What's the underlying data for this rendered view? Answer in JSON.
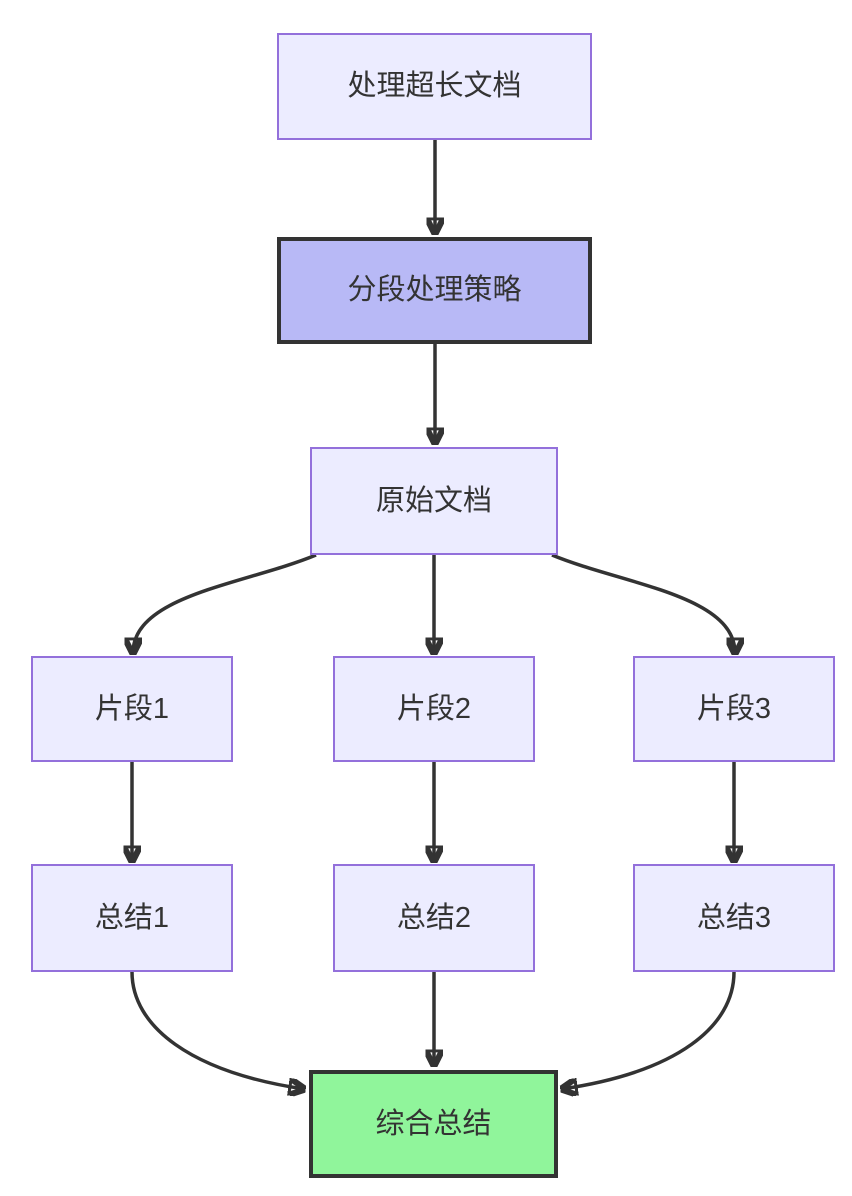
{
  "diagram": {
    "type": "flowchart",
    "direction": "top-down",
    "background": "#ffffff",
    "nodes": {
      "process": {
        "label": "处理超长文档",
        "style": "default"
      },
      "strategy": {
        "label": "分段处理策略",
        "style": "emphasis"
      },
      "original": {
        "label": "原始文档",
        "style": "default"
      },
      "segment1": {
        "label": "片段1",
        "style": "default"
      },
      "segment2": {
        "label": "片段2",
        "style": "default"
      },
      "segment3": {
        "label": "片段3",
        "style": "default"
      },
      "summary1": {
        "label": "总结1",
        "style": "default"
      },
      "summary2": {
        "label": "总结2",
        "style": "default"
      },
      "summary3": {
        "label": "总结3",
        "style": "default"
      },
      "final": {
        "label": "综合总结",
        "style": "success"
      }
    },
    "edges": [
      {
        "from": "process",
        "to": "strategy"
      },
      {
        "from": "strategy",
        "to": "original"
      },
      {
        "from": "original",
        "to": "segment1"
      },
      {
        "from": "original",
        "to": "segment2"
      },
      {
        "from": "original",
        "to": "segment3"
      },
      {
        "from": "segment1",
        "to": "summary1"
      },
      {
        "from": "segment2",
        "to": "summary2"
      },
      {
        "from": "segment3",
        "to": "summary3"
      },
      {
        "from": "summary1",
        "to": "final"
      },
      {
        "from": "summary2",
        "to": "final"
      },
      {
        "from": "summary3",
        "to": "final"
      }
    ],
    "colors": {
      "node_fill": "#ececff",
      "node_border": "#9370db",
      "emphasis_fill": "#b8b9f6",
      "emphasis_border": "#333333",
      "success_fill": "#90f59b",
      "success_border": "#333333",
      "edge": "#333333",
      "text": "#333333"
    }
  }
}
